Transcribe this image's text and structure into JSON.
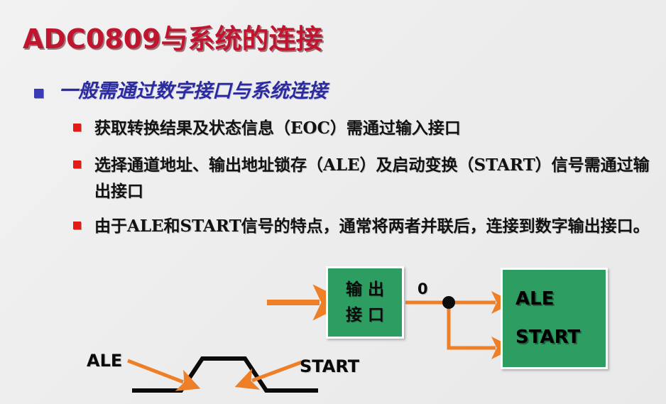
{
  "slide": {
    "title": "ADC0809与系统的连接",
    "background_color": "#ededed",
    "title_color": "#c0152f"
  },
  "bullets": {
    "level1": {
      "marker": "blue-square-bullet",
      "marker_color": "#3a3ab8",
      "text": "一般需通过数字接口与系统连接"
    },
    "level2_marker_color": "#e31b14",
    "level2": [
      {
        "text": "获取转换结果及状态信息（EOC）需通过输入接口"
      },
      {
        "text": "选择通道地址、输出地址锁存（ALE）及启动变换（START）信号需通过输出接口"
      },
      {
        "text": "由于ALE和START信号的特点，通常将两者并联后，连接到数字输出接口。"
      }
    ]
  },
  "diagram": {
    "accent_color": "#ee7f26",
    "box_color": "#2d9d62",
    "output_box": {
      "line1": "输出",
      "line2": "接口"
    },
    "signal_box": {
      "line1": "ALE",
      "line2": "START"
    },
    "junction_label": "0",
    "waveform": {
      "left_label": "ALE",
      "right_label": "START"
    }
  }
}
